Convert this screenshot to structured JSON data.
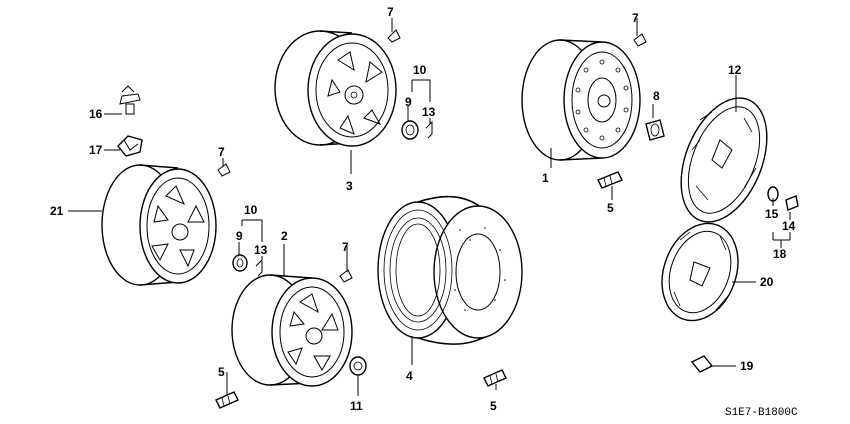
{
  "diagram": {
    "catalog_code": "S1E7-B1800C",
    "part_labels": [
      "1",
      "2",
      "3",
      "4",
      "5",
      "5",
      "5",
      "7",
      "7",
      "7",
      "7",
      "9",
      "9",
      "10",
      "10",
      "11",
      "12",
      "13",
      "13",
      "14",
      "15",
      "16",
      "17",
      "18",
      "19",
      "20",
      "21"
    ]
  },
  "labels": {
    "p1": "1",
    "p2": "2",
    "p3": "3",
    "p4": "4",
    "p5a": "5",
    "p5b": "5",
    "p5c": "5",
    "p7a": "7",
    "p7b": "7",
    "p7c": "7",
    "p7d": "7",
    "p9a": "9",
    "p9b": "9",
    "p10a": "10",
    "p10b": "10",
    "p11": "11",
    "p12": "12",
    "p13a": "13",
    "p13b": "13",
    "p14": "14",
    "p15": "15",
    "p16": "16",
    "p17": "17",
    "p18": "18",
    "p19": "19",
    "p20": "20",
    "p21": "21"
  }
}
